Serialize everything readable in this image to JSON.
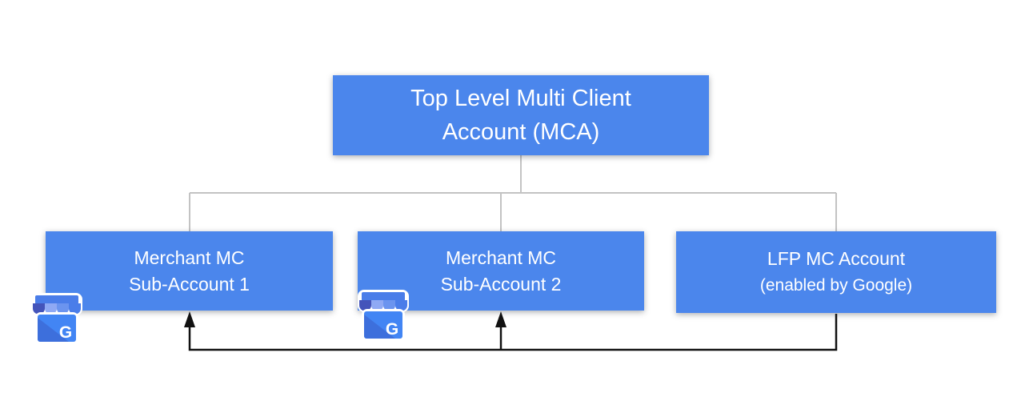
{
  "colors": {
    "box_blue": "#4B86EC",
    "box_text": "#FFFFFF",
    "tree_connector_gray": "#C3C3C3",
    "arrow_black": "#111111",
    "icon_awning_band": "#4A7DE9",
    "icon_awning_scallops": [
      "#4454BA",
      "#8FA9F4",
      "#6B94EF",
      "#4A7DE9"
    ],
    "icon_body_blue": "#4285F4",
    "icon_body_shade": "#3D6FDC"
  },
  "diagram": {
    "root_box": {
      "line1": "Top Level Multi Client",
      "line2": "Account (MCA)"
    },
    "child_boxes": [
      {
        "line1": "Merchant MC",
        "line2": "Sub-Account 1"
      },
      {
        "line1": "Merchant MC",
        "line2": "Sub-Account 2"
      },
      {
        "line1": "LFP MC Account",
        "line2": "(enabled by Google)"
      }
    ],
    "icons": {
      "google_g": "G",
      "badge_name": "google-my-business-storefront-icon"
    },
    "edges": {
      "tree": [
        "root -> merchant-sub-account-1",
        "root -> merchant-sub-account-2",
        "root -> lfp-mc-account"
      ],
      "arrows": [
        "lfp-mc-account -> merchant-sub-account-1",
        "lfp-mc-account -> merchant-sub-account-2"
      ]
    }
  }
}
